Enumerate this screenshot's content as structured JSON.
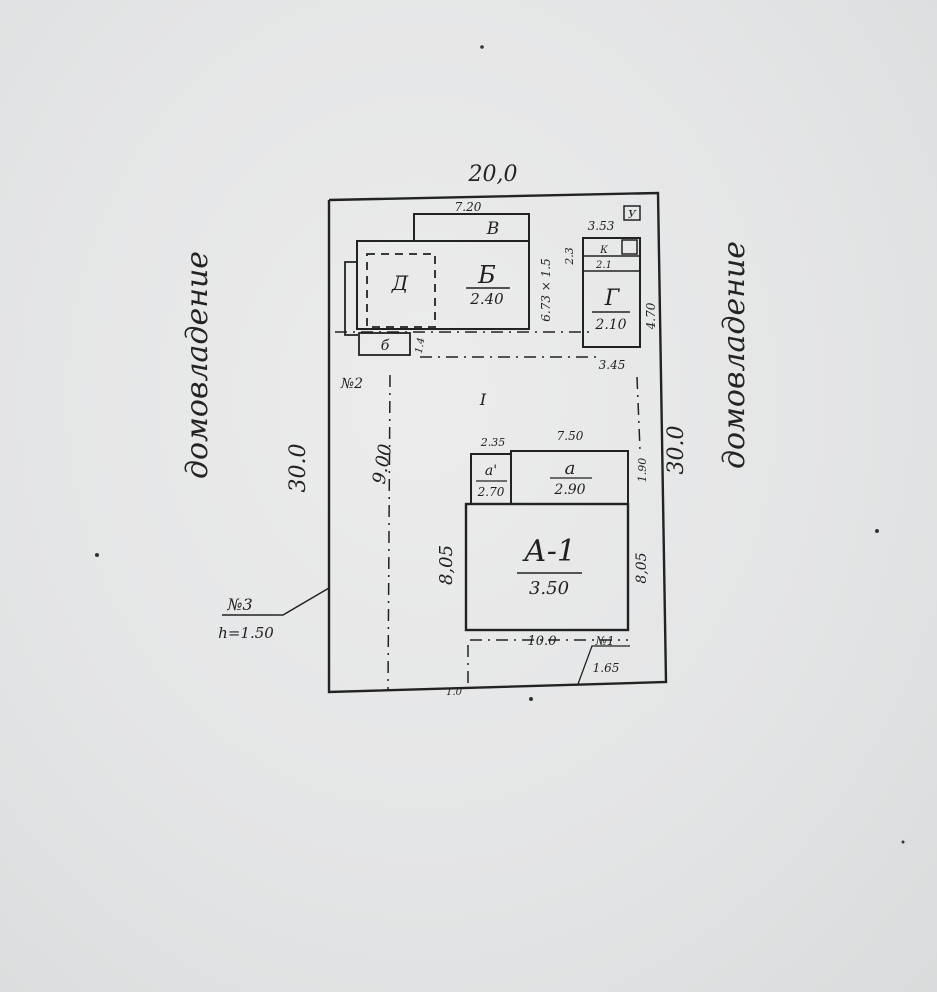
{
  "plan": {
    "top_width": "20,0",
    "left_height": "30.0",
    "right_height": "30.0",
    "left_neighbor": "домовладение",
    "right_neighbor": "домовладение",
    "yard_label": "I",
    "fence": {
      "mark": "№3",
      "height": "h=1.50"
    },
    "gate_mark": "№1",
    "gate_width": "1.65",
    "mark_2": "№2",
    "main_house": {
      "letter": "А-1",
      "height": "3.50",
      "width": "10.0",
      "depth": "8,05",
      "side": "8,05"
    },
    "annex_a": {
      "letter": "а",
      "height": "2.90",
      "width": "7.50",
      "depth": "1.90"
    },
    "annex_a1": {
      "letter": "а'",
      "height": "2.70",
      "width": "2.35"
    },
    "building_b": {
      "letter": "Б",
      "height": "2.40",
      "dims": "6.73 × 1.5"
    },
    "building_v": {
      "letter": "В",
      "width": "7.20"
    },
    "building_d": {
      "letter": "Д"
    },
    "building_g": {
      "letter": "Г",
      "height": "2.10",
      "width": "3.45",
      "depth": "4.70",
      "top_width": "3.53",
      "side": "2.3"
    },
    "small_box": {
      "letter": "б",
      "dim": "1.4"
    },
    "small_k": {
      "letter": "К",
      "val": "2.1"
    },
    "small_u": "У",
    "drive_label": "9.00",
    "bottom_dim": "1.0"
  }
}
